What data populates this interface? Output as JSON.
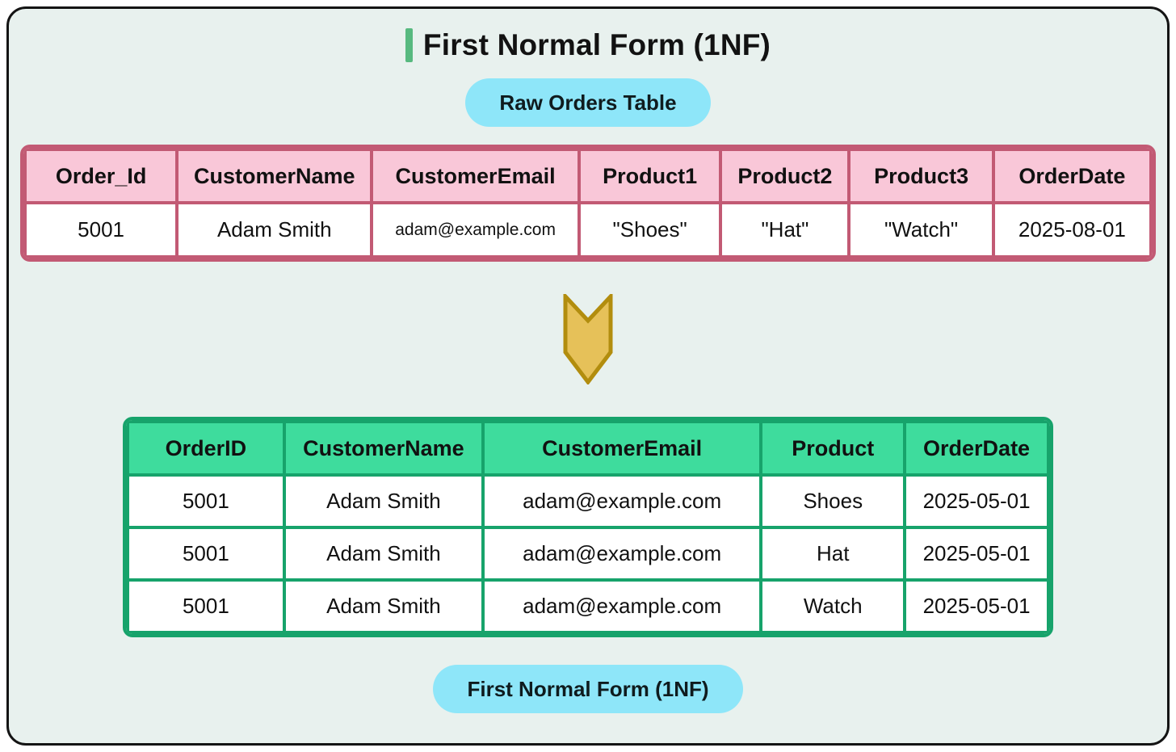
{
  "title": "First Normal Form (1NF)",
  "raw_table": {
    "badge": "Raw Orders Table",
    "headers": [
      "Order_Id",
      "CustomerName",
      "CustomerEmail",
      "Product1",
      "Product2",
      "Product3",
      "OrderDate"
    ],
    "rows": [
      [
        "5001",
        "Adam Smith",
        "adam@example.com",
        "\"Shoes\"",
        "\"Hat\"",
        "\"Watch\"",
        "2025-08-01"
      ]
    ]
  },
  "normalized_table": {
    "badge": "First Normal Form (1NF)",
    "headers": [
      "OrderID",
      "CustomerName",
      "CustomerEmail",
      "Product",
      "OrderDate"
    ],
    "rows": [
      [
        "5001",
        "Adam Smith",
        "adam@example.com",
        "Shoes",
        "2025-05-01"
      ],
      [
        "5001",
        "Adam Smith",
        "adam@example.com",
        "Hat",
        "2025-05-01"
      ],
      [
        "5001",
        "Adam Smith",
        "adam@example.com",
        "Watch",
        "2025-05-01"
      ]
    ]
  },
  "icons": {
    "down_arrow": "down-arrow-icon"
  },
  "colors": {
    "card_background": "#e8f1ee",
    "card_border": "#141414",
    "title_accent_green": "#57b97f",
    "badge_cyan": "#8ee6f9",
    "raw_header_pink": "#f9c7d8",
    "raw_border_rose": "#c25a74",
    "nf_header_green": "#3edc9d",
    "nf_border_green": "#17a36b",
    "arrow_fill_gold": "#e6c159",
    "arrow_stroke_gold": "#b28d0e"
  }
}
